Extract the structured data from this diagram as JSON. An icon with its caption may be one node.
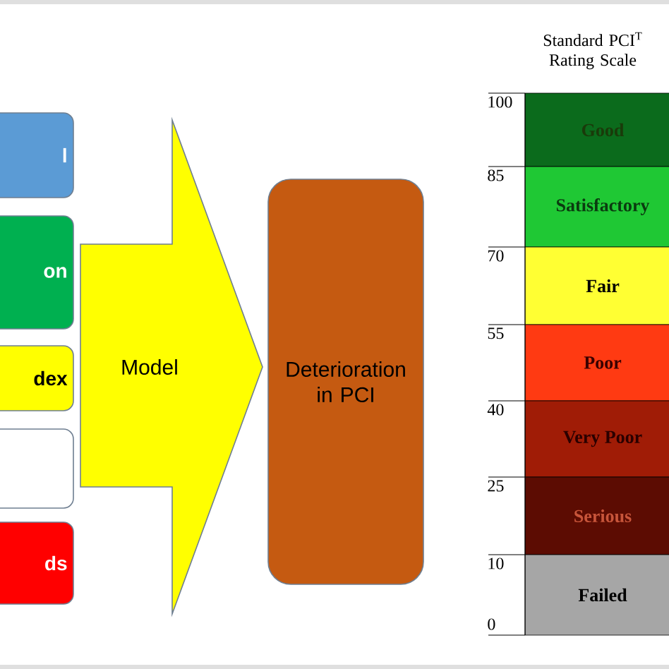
{
  "diagram": {
    "title": "Standard PCI$^{T}$ Rating Scale",
    "nodes": [
      {
        "text": [
          "l"
        ]
      },
      {
        "text": [
          "on"
        ]
      },
      {
        "text": [
          "dex"
        ]
      },
      {
        "text": [],
        "shape": "box"
      },
      {
        "text": [
          "ds"
        ]
      },
      {
        "text": [
          "Model"
        ]
      },
      {
        "text": [
          "Deterioration in PCI"
        ]
      },
      {
        "text": [
          "Good"
        ]
      },
      {
        "text": [
          "Satisfactory"
        ]
      },
      {
        "text": [
          "Fair"
        ]
      },
      {
        "text": [
          "Poor"
        ]
      },
      {
        "text": [
          "Very Poor"
        ]
      },
      {
        "text": [
          "Serious"
        ]
      },
      {
        "text": [
          "Failed"
        ]
      }
    ],
    "labels": [
      "100",
      "85",
      "70",
      "55",
      "40",
      "25",
      "10",
      "0"
    ]
  }
}
